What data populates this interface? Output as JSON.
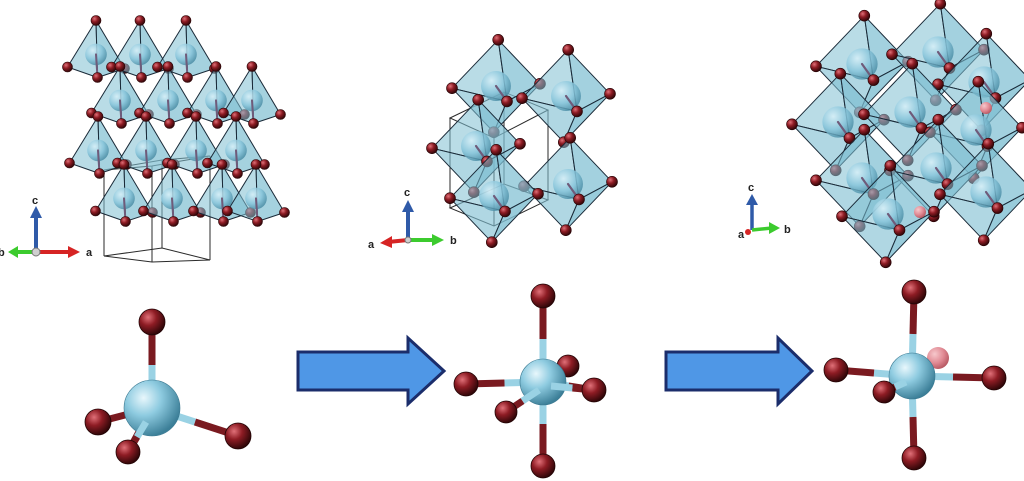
{
  "colors": {
    "polyhedron_fill": "#7fbfd2",
    "polyhedron_edge": "#1a2a38",
    "cation": "#7ec2d8",
    "oxygen": "#8e1c24",
    "bond_top": "#9ad2e4",
    "arrow_fill": "#4f97e6",
    "arrow_edge": "#1b2d6b",
    "axis_a": "#d62424",
    "axis_b": "#3ccb2e",
    "axis_c": "#2f5aa8"
  },
  "panels": [
    {
      "id": "tetrahedral-layers",
      "axes": {
        "c": "c",
        "left": "b",
        "right": "a"
      },
      "coordination": "tetrahedral"
    },
    {
      "id": "octahedral-framework",
      "axes": {
        "c": "c",
        "left": "a",
        "right": "b"
      },
      "coordination": "octahedral"
    },
    {
      "id": "dense-octahedral-framework",
      "axes": {
        "c": "c",
        "left": "a",
        "right": "b"
      },
      "coordination": "octahedral"
    }
  ],
  "transitions": [
    {
      "icon": "arrow-right-icon"
    },
    {
      "icon": "arrow-right-icon"
    }
  ]
}
